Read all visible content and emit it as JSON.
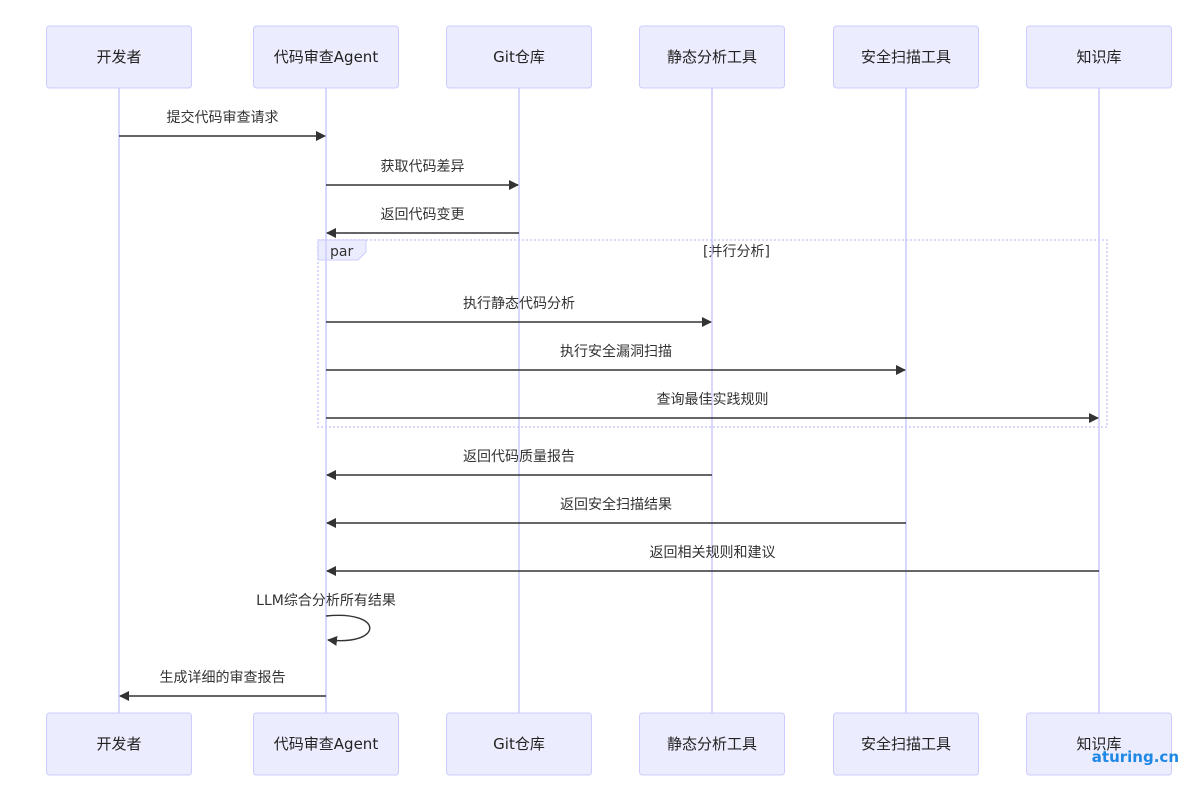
{
  "participants": [
    {
      "label": "开发者"
    },
    {
      "label": "代码审查Agent"
    },
    {
      "label": "Git仓库"
    },
    {
      "label": "静态分析工具"
    },
    {
      "label": "安全扫描工具"
    },
    {
      "label": "知识库"
    }
  ],
  "messages": [
    {
      "from": 0,
      "to": 1,
      "label": "提交代码审查请求"
    },
    {
      "from": 1,
      "to": 2,
      "label": "获取代码差异"
    },
    {
      "from": 2,
      "to": 1,
      "label": "返回代码变更"
    },
    {
      "from": 1,
      "to": 3,
      "label": "执行静态代码分析"
    },
    {
      "from": 1,
      "to": 4,
      "label": "执行安全漏洞扫描"
    },
    {
      "from": 1,
      "to": 5,
      "label": "查询最佳实践规则"
    },
    {
      "from": 3,
      "to": 1,
      "label": "返回代码质量报告"
    },
    {
      "from": 4,
      "to": 1,
      "label": "返回安全扫描结果"
    },
    {
      "from": 5,
      "to": 1,
      "label": "返回相关规则和建议"
    },
    {
      "from": 1,
      "to": 1,
      "label": "LLM综合分析所有结果"
    },
    {
      "from": 1,
      "to": 0,
      "label": "生成详细的审查报告"
    }
  ],
  "par_block": {
    "tag": "par",
    "label": "[并行分析]",
    "first_message": 3,
    "last_message": 5
  },
  "watermark": "aturing.cn"
}
